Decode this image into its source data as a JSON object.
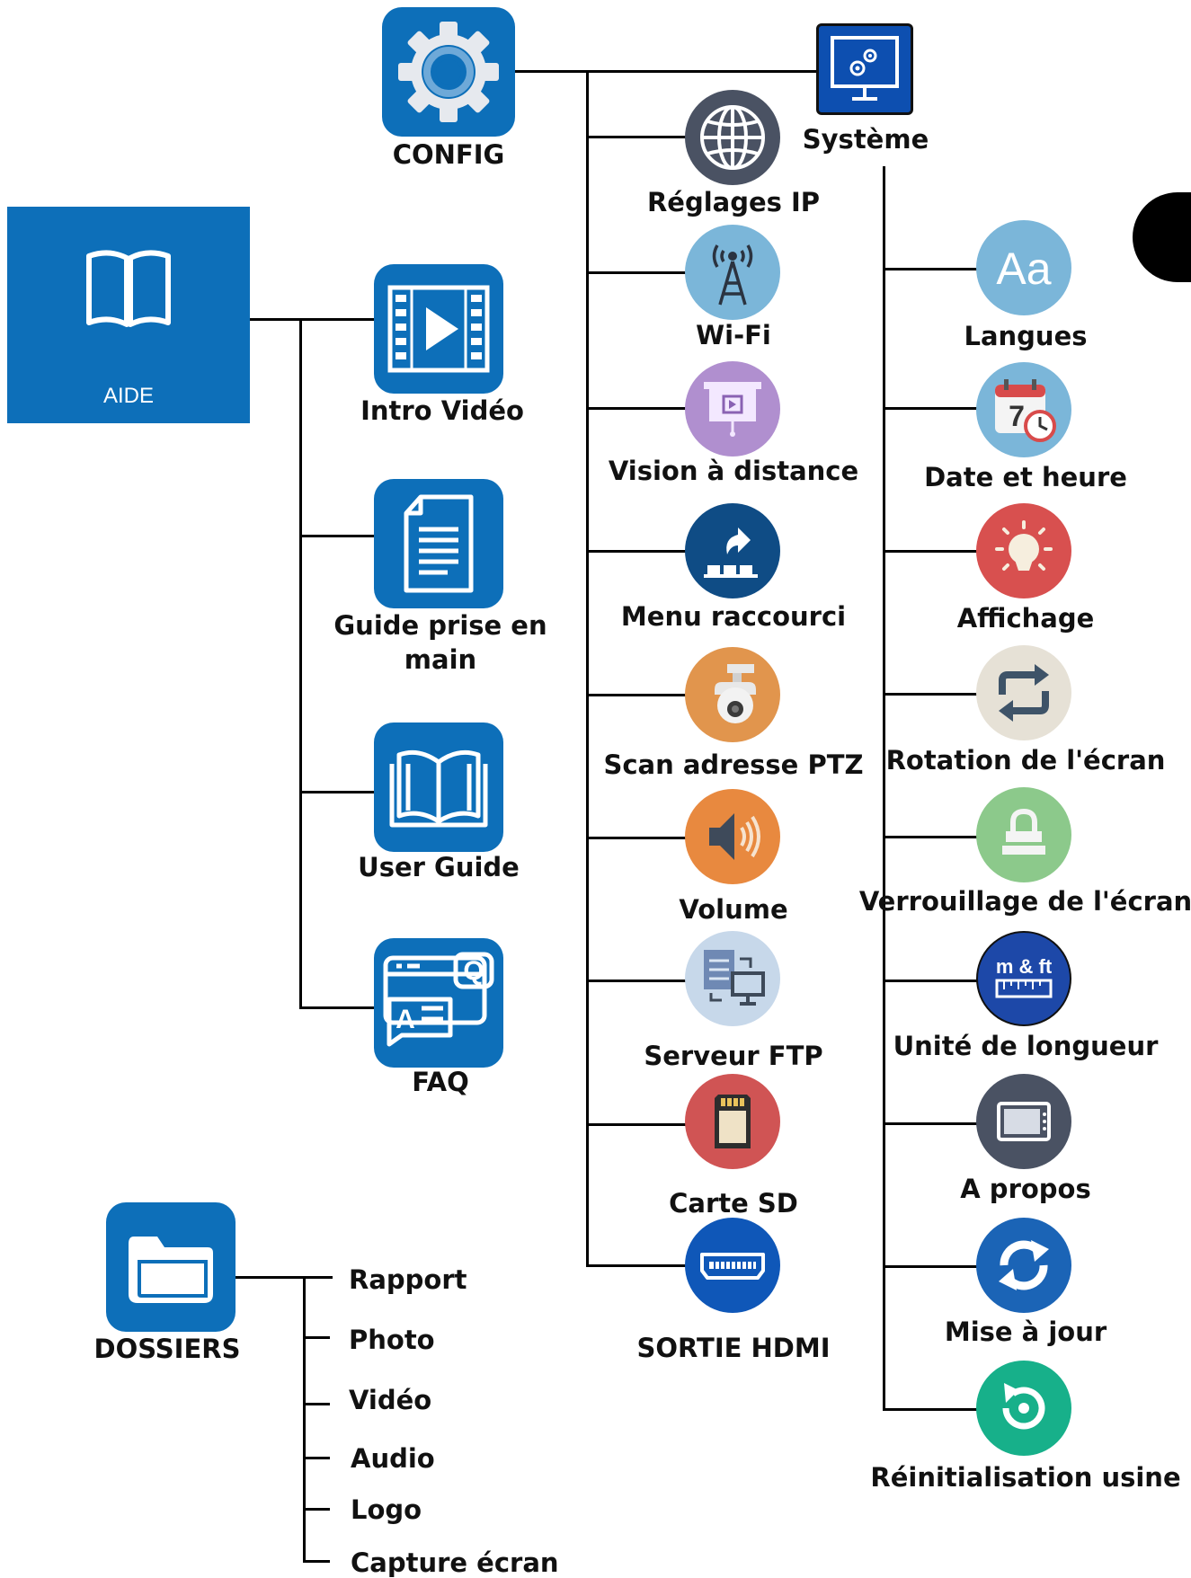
{
  "aide": {
    "label": "AIDE",
    "icon": "book-icon",
    "color": "#0d6fb9"
  },
  "config": {
    "label": "CONFIG",
    "icon": "gear-icon",
    "color": "#0d6fb9"
  },
  "systeme": {
    "label": "Système",
    "icon": "system-monitor-icon",
    "color": "#0d4fb0"
  },
  "dossiers": {
    "label": "DOSSIERS",
    "icon": "folder-icon",
    "items": [
      "Rapport",
      "Photo",
      "Vidéo",
      "Audio",
      "Logo",
      "Capture écran"
    ]
  },
  "aide_items": [
    {
      "label": "Intro Vidéo",
      "icon": "video-play-icon"
    },
    {
      "label": "Guide prise en",
      "label2": "main",
      "icon": "document-icon"
    },
    {
      "label": "User Guide",
      "icon": "open-book-icon"
    },
    {
      "label": "FAQ",
      "icon": "faq-icon"
    }
  ],
  "config_items": [
    {
      "label": "Réglages IP",
      "icon": "globe-icon",
      "color": "#4a5263"
    },
    {
      "label": "Wi-Fi",
      "icon": "antenna-icon",
      "color": "#7bb6d9"
    },
    {
      "label": "Vision à distance",
      "icon": "projector-icon",
      "color": "#b08fcf"
    },
    {
      "label": "Menu raccourci",
      "icon": "shortcut-icon",
      "color": "#0f4c85"
    },
    {
      "label": "Scan adresse PTZ",
      "icon": "ptz-camera-icon",
      "color": "#e1954d"
    },
    {
      "label": "Volume",
      "icon": "speaker-icon",
      "color": "#e8893f"
    },
    {
      "label": "Serveur FTP",
      "icon": "ftp-server-icon",
      "color": "#c7d8ea"
    },
    {
      "label": "Carte SD",
      "icon": "sd-card-icon",
      "color": "#d05454"
    },
    {
      "label": "SORTIE HDMI",
      "icon": "hdmi-icon",
      "color": "#0f57b8"
    }
  ],
  "systeme_items": [
    {
      "label": "Langues",
      "icon": "font-icon",
      "color": "#7bb6d9"
    },
    {
      "label": "Date et heure",
      "icon": "calendar-clock-icon",
      "color": "#7bb6d9"
    },
    {
      "label": "Affichage",
      "icon": "lightbulb-icon",
      "color": "#d8504f"
    },
    {
      "label": "Rotation de l'écran",
      "icon": "rotate-icon",
      "color": "#e6e1d6"
    },
    {
      "label": "Verrouillage de l'écran",
      "icon": "lock-icon",
      "color": "#8cc98b"
    },
    {
      "label": "Unité de longueur",
      "icon": "ruler-icon",
      "color": "#1d48a8"
    },
    {
      "label": "A propos",
      "icon": "tablet-icon",
      "color": "#4a5263"
    },
    {
      "label": "Mise à jour",
      "icon": "sync-icon",
      "color": "#1b64b6"
    },
    {
      "label": "Réinitialisation usine",
      "icon": "reset-icon",
      "color": "#17b08a"
    }
  ]
}
